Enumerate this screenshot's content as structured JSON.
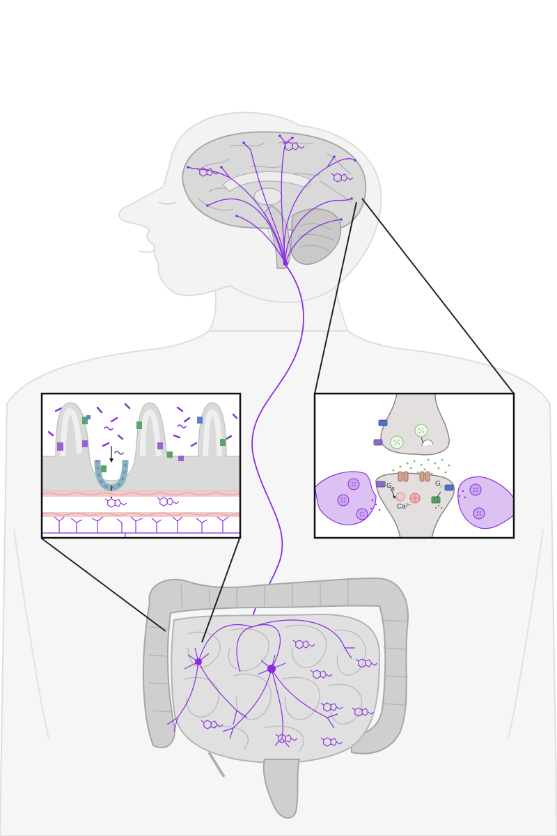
{
  "figure": {
    "colors": {
      "body_fill": "#f4f4f4",
      "body_stroke": "#dcdcdc",
      "organ_fill": "#d4d4d4",
      "organ_stroke": "#a9a9a9",
      "neuron": "#8a2be2",
      "molecule": "#8a3ad6",
      "inset_border": "#111111",
      "mucosa": "#d9d9d9",
      "muscle_layer": "#f2b8b8",
      "vesicle_green": "#7cc26b",
      "synapse_fill": "#e6e0e0",
      "postsynaptic_fill": "#dcc2f2"
    },
    "icons": [
      "brain-icon",
      "head-silhouette-icon",
      "intestine-icon",
      "neuron-icon",
      "serotonin-molecule-icon",
      "synapse-icon",
      "receptor-icon"
    ],
    "right_inset": {
      "label_gq": "G",
      "label_gq_sub": "q",
      "label_gi": "G",
      "label_gi_sub": "i",
      "label_ca": "Ca",
      "label_ca_sup": "2+"
    }
  }
}
